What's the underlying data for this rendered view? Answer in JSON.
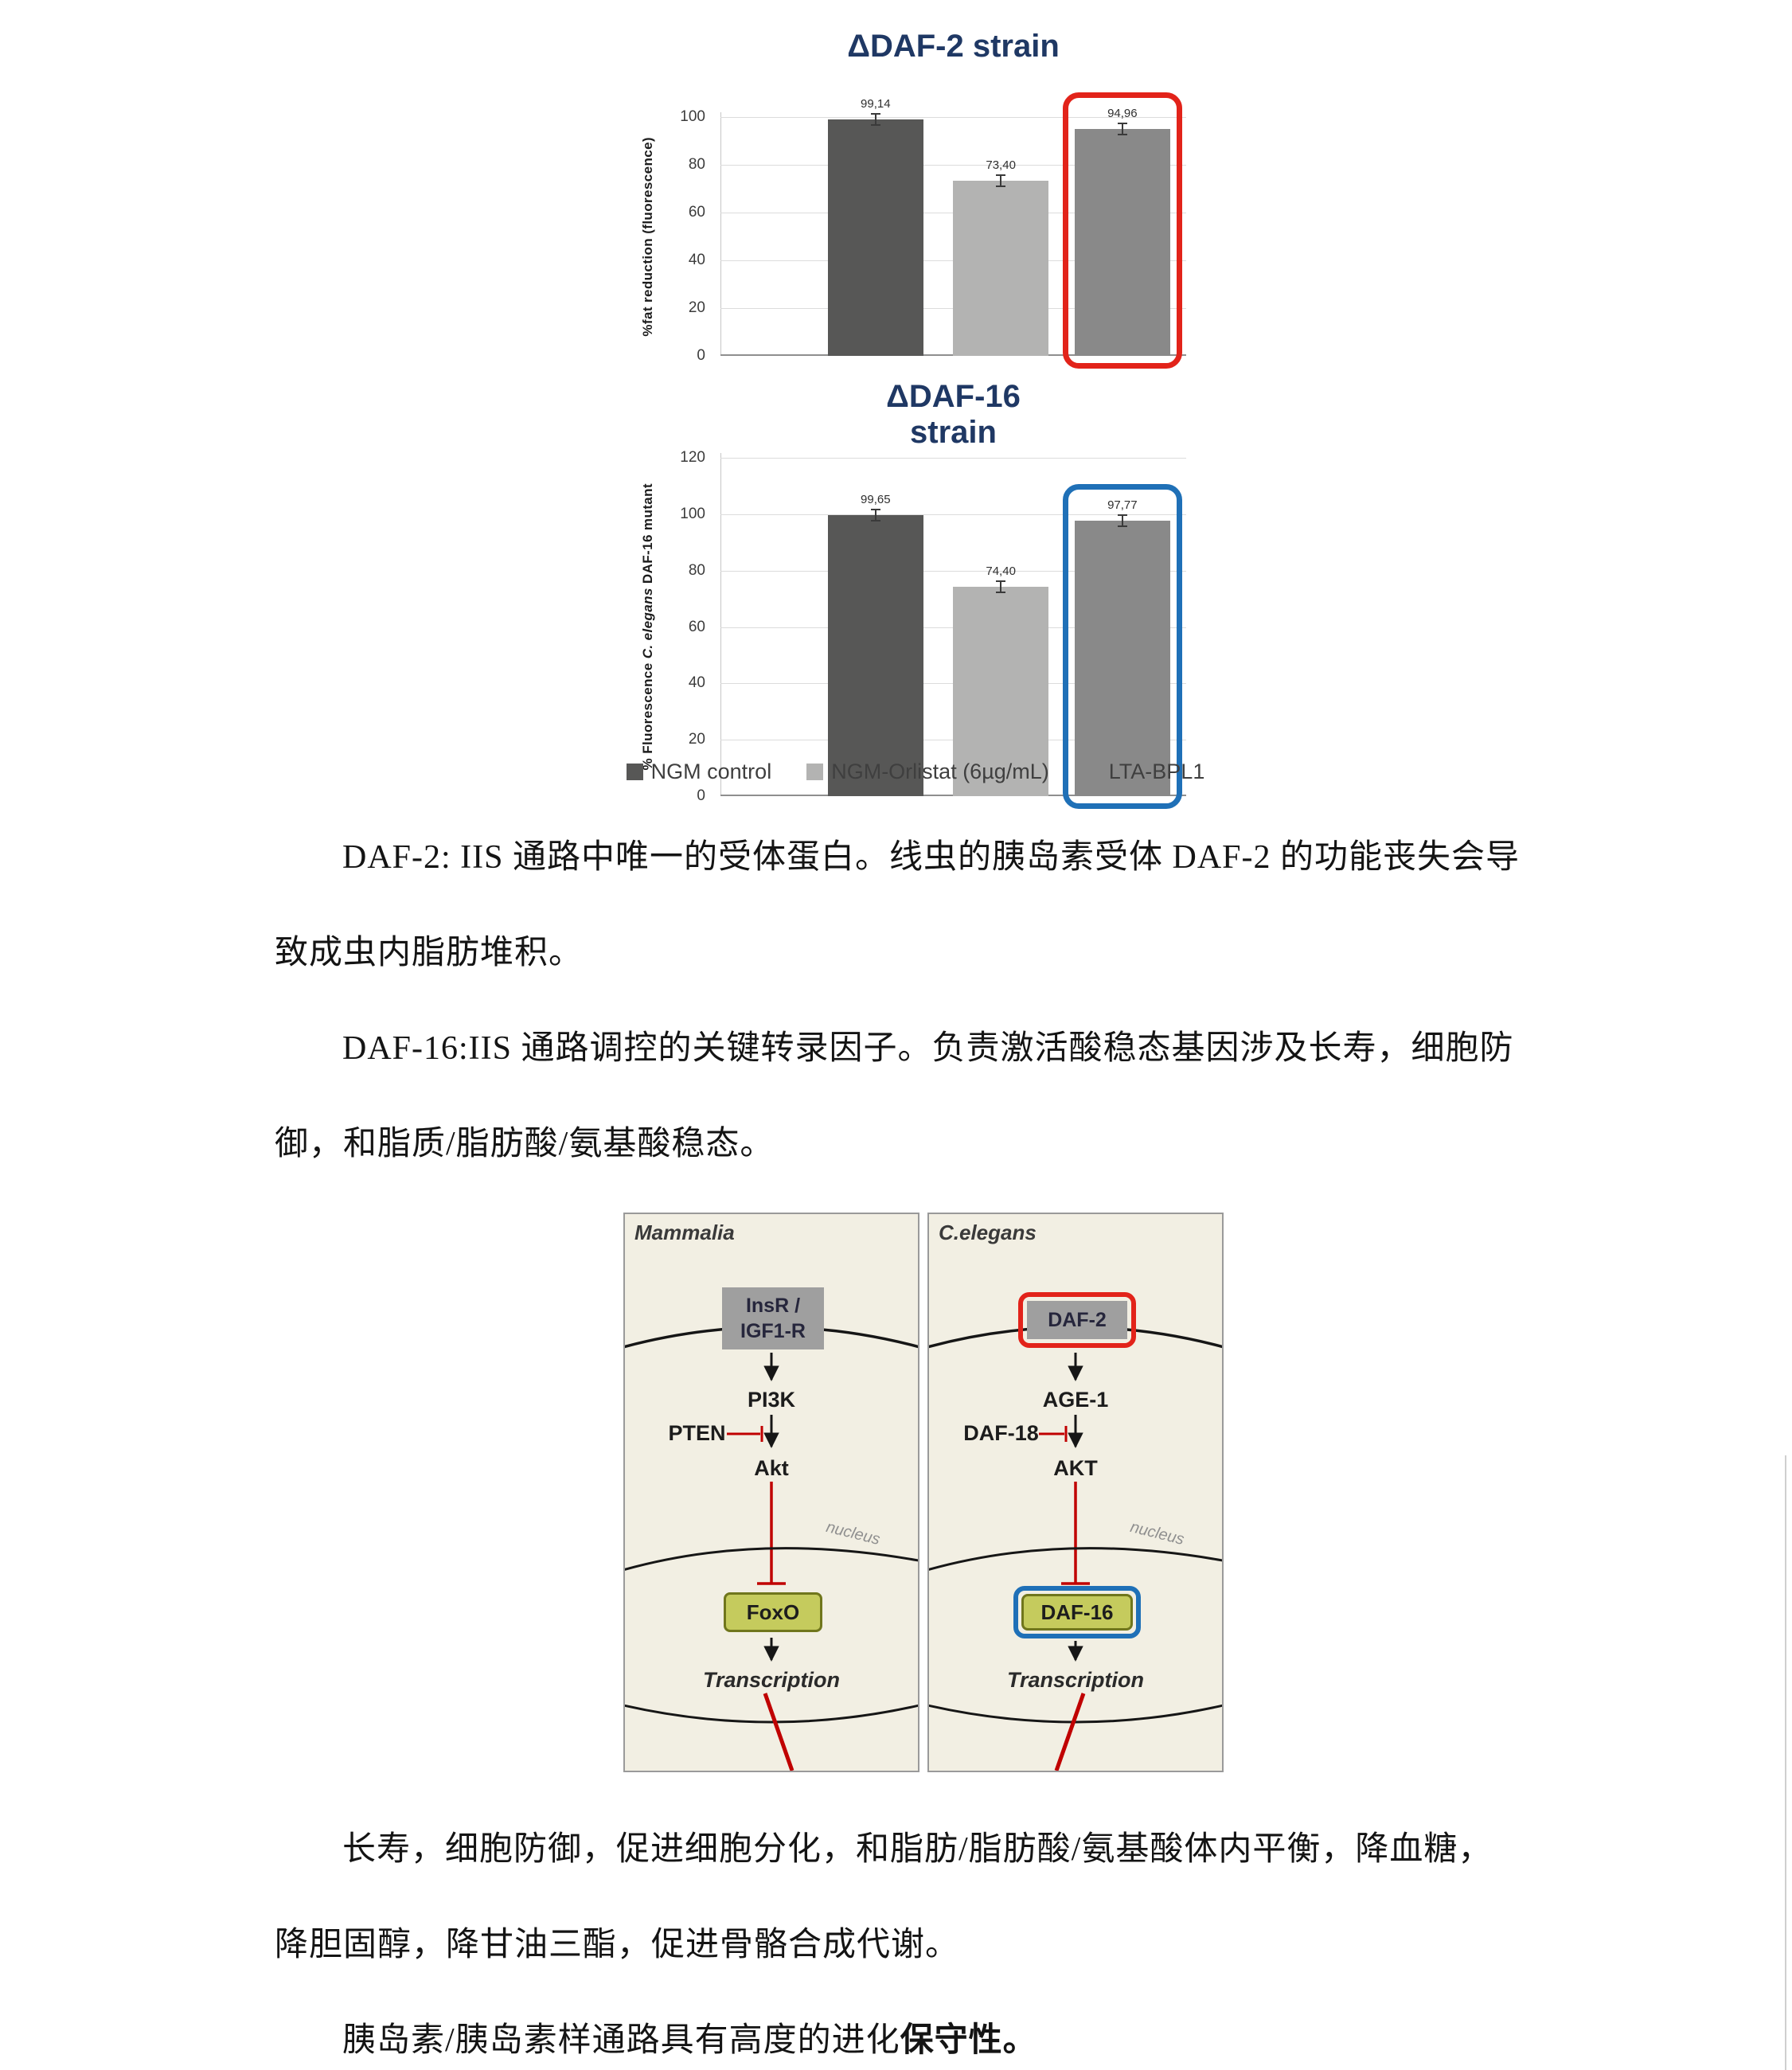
{
  "colors": {
    "chart_title_navy": "#1f3864",
    "highlight_red": "#e2231a",
    "highlight_blue": "#1f70b7",
    "diagram_red": "#c00000",
    "panel_background": "#f2efe3"
  },
  "chart_data": [
    {
      "type": "bar",
      "title": "ΔDAF-2 strain",
      "ylabel": "%fat reduction (fluorescence)",
      "xlabel": "",
      "ylim": [
        0,
        100
      ],
      "ymax": 100,
      "yticks": [
        0,
        20,
        40,
        60,
        80,
        100
      ],
      "grid": true,
      "categories": [
        "NGM control",
        "NGM-Orlistat (6µg/mL)",
        "LTA-BPL1"
      ],
      "values": [
        99.14,
        73.4,
        94.96
      ],
      "value_labels": [
        "99,14",
        "73,40",
        "94,96"
      ],
      "bar_colors": [
        "#575756",
        "#b3b3b2",
        "#898989"
      ],
      "highlight": {
        "index": 2,
        "color": "#e2231a"
      }
    },
    {
      "type": "bar",
      "title": "ΔDAF-16 strain",
      "title_lines": [
        "ΔDAF-16",
        "strain"
      ],
      "ylabel": "% Fluorescence C. elegans DAF-16 mutant",
      "ylabel_parts": [
        "% Fluorescence ",
        "C. elegans",
        " DAF-16 mutant"
      ],
      "xlabel": "",
      "ylim": [
        0,
        120
      ],
      "ymax": 120,
      "yticks": [
        0,
        20,
        40,
        60,
        80,
        100,
        120
      ],
      "grid": true,
      "categories": [
        "NGM control",
        "NGM-Orlistat (6µg/mL)",
        "LTA-BPL1"
      ],
      "values": [
        99.65,
        74.4,
        97.77
      ],
      "value_labels": [
        "99,65",
        "74,40",
        "97,77"
      ],
      "bar_colors": [
        "#575756",
        "#b3b3b2",
        "#898989"
      ],
      "highlight": {
        "index": 2,
        "color": "#1f70b7"
      }
    }
  ],
  "legend": {
    "position": "bottom",
    "items": [
      {
        "label": "NGM control",
        "color": "#575756"
      },
      {
        "label": "NGM-Orlistat (6µg/mL)",
        "color": "#b3b3b2"
      },
      {
        "label": "LTA-BPL1",
        "color": "#898989"
      }
    ]
  },
  "text": {
    "p1_l1": "DAF-2: IIS 通路中唯一的受体蛋白。线虫的胰岛素受体 DAF-2 的功能丧失会导",
    "p1_l2": "致成虫内脂肪堆积。",
    "p2_l1": "DAF-16:IIS 通路调控的关键转录因子。负责激活酸稳态基因涉及长寿，细胞防",
    "p2_l2": "御，和脂质/脂肪酸/氨基酸稳态。",
    "p3_l1": "长寿，细胞防御，促进细胞分化，和脂肪/脂肪酸/氨基酸体内平衡，降血糖，",
    "p3_l2": "降胆固醇，降甘油三酯，促进骨骼合成代谢。",
    "p4_normal": "胰岛素/胰岛素样通路具有高度的进化",
    "p4_bold": "保守性。"
  },
  "diagram": {
    "left": {
      "panel_title": "Mammalia",
      "receptor_line1": "InsR /",
      "receptor_line2": "IGF1-R",
      "kinase1": "PI3K",
      "inhibitor": "PTEN",
      "kinase2": "Akt",
      "nucleus_label": "nucleus",
      "tf": "FoxO",
      "output": "Transcription"
    },
    "right": {
      "panel_title": "C.elegans",
      "receptor": "DAF-2",
      "receptor_highlight_color": "#e2231a",
      "kinase1": "AGE-1",
      "inhibitor": "DAF-18",
      "kinase2": "AKT",
      "nucleus_label": "nucleus",
      "tf": "DAF-16",
      "tf_highlight_color": "#1f70b7",
      "output": "Transcription"
    }
  }
}
